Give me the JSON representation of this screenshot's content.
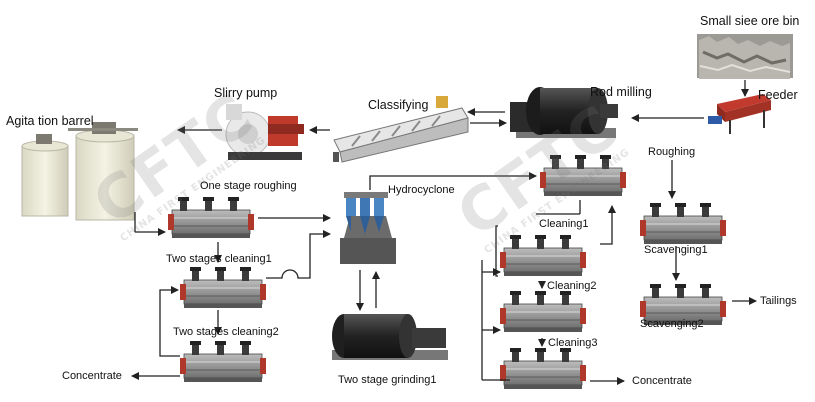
{
  "colors": {
    "cell_body": "#8a8a8a",
    "cell_dark": "#4a4a4a",
    "cell_red": "#b0382a",
    "mill_dark": "#2c2c2c",
    "tank": "#efeedd",
    "hydro_blue": "#4a86c4",
    "pump_red": "#c03a2b",
    "arrow": "#222222",
    "watermark": "#888888"
  },
  "labels": {
    "ore_bin": "Small siee ore bin",
    "feeder": "Feeder",
    "rod_milling": "Rod milling",
    "classifying": "Classifying",
    "slurry_pump": "Slirry pump",
    "agitation": "Agita tion barrel",
    "roughing": "Roughing",
    "one_stage_roughing": "One stage roughing",
    "hydrocyclone": "Hydrocyclone",
    "cleaning1": "Cleaning1",
    "cleaning2": "Cleaning2",
    "cleaning3": "Cleaning3",
    "scavenging1": "Scavenging1",
    "scavenging2": "Scavenging2",
    "tailings": "Tailings",
    "two_stages_cleaning1": "Two stages cleaning1",
    "two_stages_cleaning2": "Two stages cleaning2",
    "concentrate_left": "Concentrate",
    "concentrate_right": "Concentrate",
    "two_stage_grinding": "Two stage grinding1"
  },
  "watermark": {
    "logo": "CFTC",
    "text": "CHINA FIRST ENGINEERING"
  }
}
